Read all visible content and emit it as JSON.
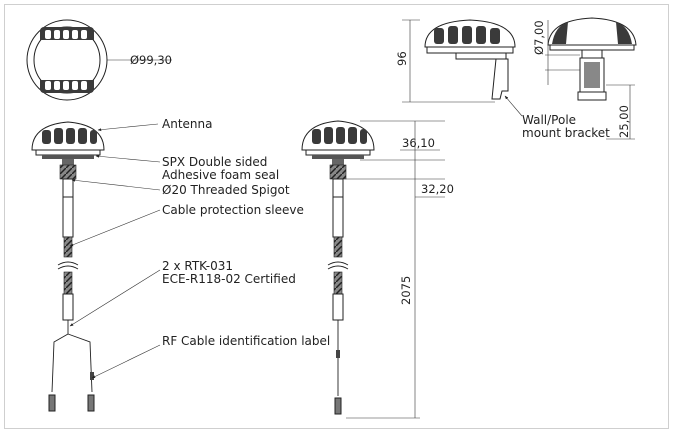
{
  "dimensions": {
    "diameter": "Ø99,30",
    "height_bracket": "96",
    "spigot_dia": "Ø7,00",
    "bracket_depth": "25,00",
    "dome_height": "36,10",
    "spigot_len": "32,20",
    "cable_len": "2075"
  },
  "callouts": {
    "antenna": "Antenna",
    "seal_line1": "SPX Double sided",
    "seal_line2": "Adhesive foam seal",
    "spigot": "Ø20 Threaded Spigot",
    "sleeve": "Cable protection sleeve",
    "cert_line1": "2 x RTK-031",
    "cert_line2": "ECE-R118-02 Certified",
    "rf_label": "RF Cable identification label",
    "bracket_line1": "Wall/Pole",
    "bracket_line2": "mount bracket"
  }
}
